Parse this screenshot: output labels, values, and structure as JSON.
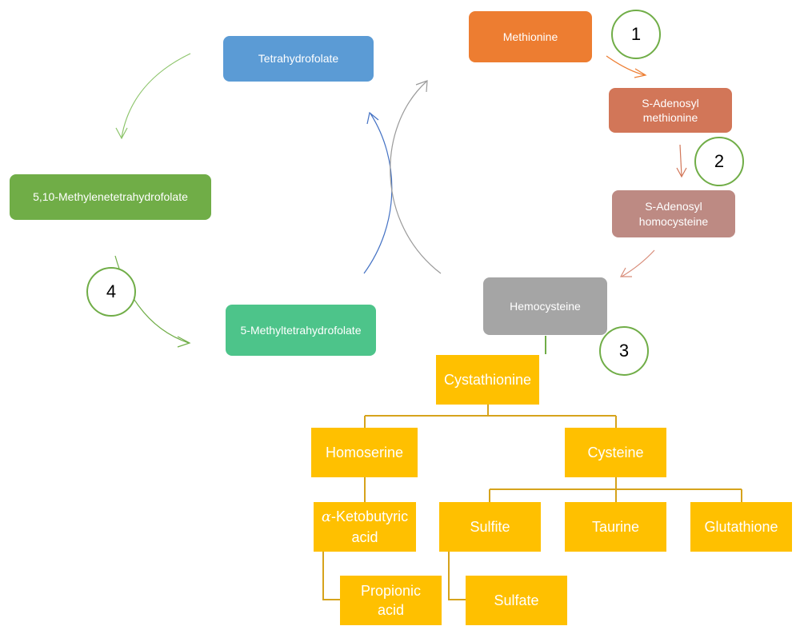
{
  "nodes": {
    "tetrahydrofolate": "Tetrahydrofolate",
    "methylenetetrahydrofolate": "5,10-Methylenetetrahydrofolate",
    "methyltetrahydrofolate": "5-Methyltetrahydrofolate",
    "methionine": "Methionine",
    "s_adenosyl_methionine": "S-Adenosyl methionine",
    "s_adenosyl_homocysteine": "S-Adenosyl homocysteine",
    "hemocysteine": "Hemocysteine",
    "cystathionine": "Cystathionine",
    "homoserine": "Homoserine",
    "cysteine": "Cysteine",
    "ketobutyric_symbol": "α",
    "ketobutyric_rest": "-Ketobutyric acid",
    "sulfite": "Sulfite",
    "taurine": "Taurine",
    "glutathione": "Glutathione",
    "propionic_acid": "Propionic acid",
    "sulfate": "Sulfate"
  },
  "steps": [
    "1",
    "2",
    "3",
    "4"
  ],
  "colors": {
    "tetrahydrofolate": "#5b9bd5",
    "methylene": "#70ad47",
    "methyl": "#4dc48a",
    "methionine": "#ed7d31",
    "sam": "#d27658",
    "sah": "#bd8a83",
    "hemocysteine": "#a5a5a5",
    "gold": "#ffc000",
    "connector_gold": "#d6a31c",
    "step_ring": "#70ad47"
  }
}
